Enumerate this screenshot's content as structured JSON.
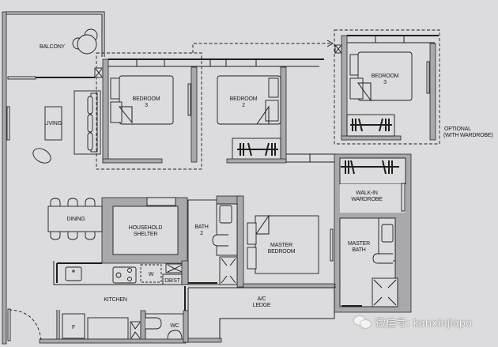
{
  "floorplan": {
    "rooms": {
      "balcony": "BALCONY",
      "living": "LIVING",
      "bedroom3_line1": "BEDROOM",
      "bedroom3_line2": "3",
      "bedroom2_line1": "BEDROOM",
      "bedroom2_line2": "2",
      "bedroom3_opt_line1": "BEDROOM",
      "bedroom3_opt_line2": "3",
      "dining": "DINING",
      "shelter_line1": "HOUSEHOLD",
      "shelter_line2": "SHELTER",
      "bath2_line1": "BATH",
      "bath2_line2": "2",
      "master_bedroom_line1": "MASTER",
      "master_bedroom_line2": "BEDROOM",
      "walkin_line1": "WALK-IN",
      "walkin_line2": "WARDROBE",
      "master_bath_line1": "MASTER",
      "master_bath_line2": "BATH",
      "kitchen": "KITCHEN",
      "ac_ledge_line1": "A/C",
      "ac_ledge_line2": "LEDGE",
      "wc": "WC",
      "washer": "W",
      "db_st": "DB/ST",
      "fridge": "F"
    },
    "annotations": {
      "optional_line1": "OPTIONAL",
      "optional_line2": "(WITH WARDROBE)"
    },
    "colors": {
      "background": "#dcdcdf",
      "wall_fill": "#a9a9ad",
      "line": "#1e1e1e"
    }
  },
  "watermark": {
    "text": "微信号: kanxinjiapo"
  }
}
